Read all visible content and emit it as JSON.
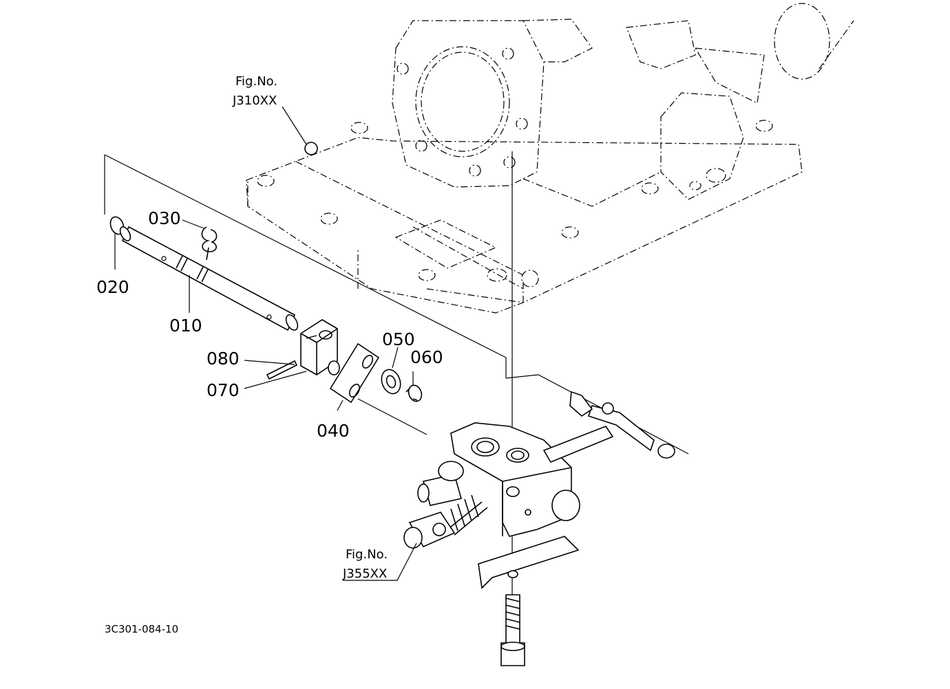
{
  "callouts": {
    "p010": "010",
    "p020": "020",
    "p030": "030",
    "p040": "040",
    "p050": "050",
    "p060": "060",
    "p070": "070",
    "p080": "080"
  },
  "figure_refs": {
    "upper": {
      "line1": "Fig.No.",
      "line2": "J310XX"
    },
    "lower": {
      "line1": "Fig.No.",
      "line2": "J355XX"
    }
  },
  "drawing_code": "3C301-084-10"
}
